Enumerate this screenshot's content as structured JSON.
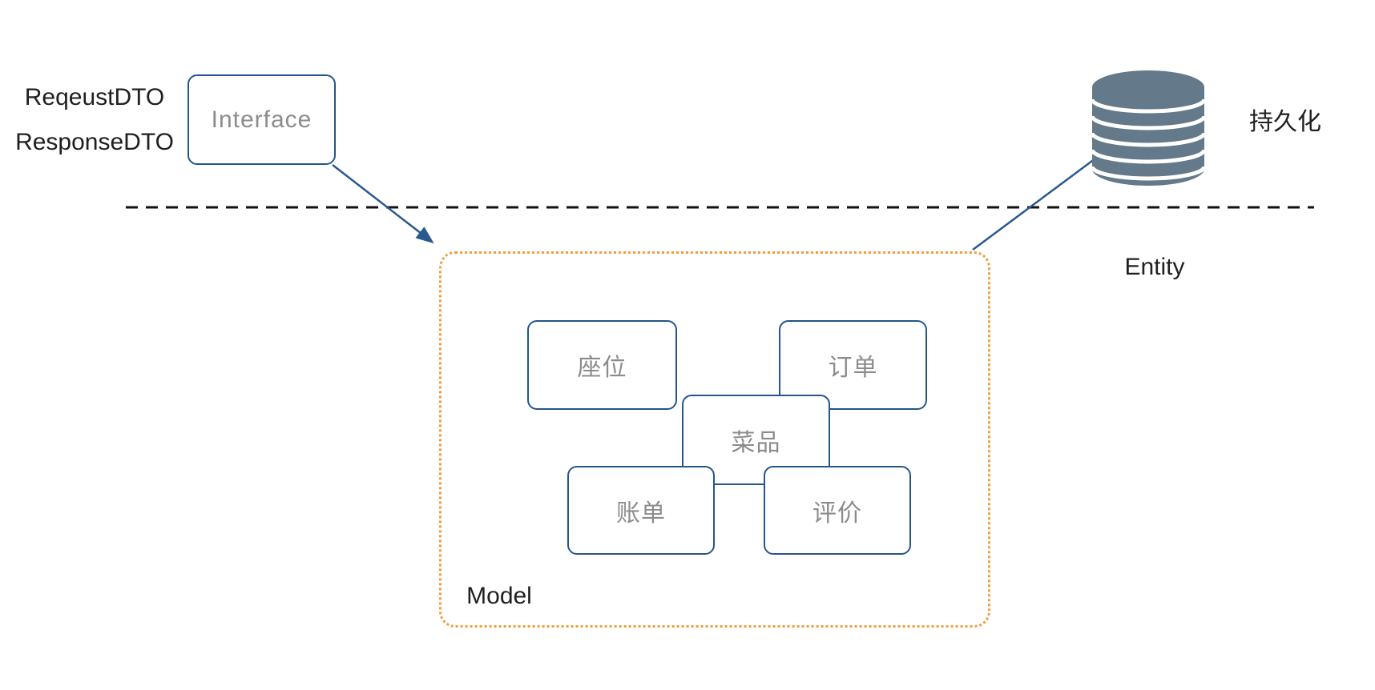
{
  "diagram": {
    "nodes": {
      "interface": {
        "label": "Interface"
      },
      "seat": {
        "label": "座位"
      },
      "order": {
        "label": "订单"
      },
      "dish": {
        "label": "菜品"
      },
      "bill": {
        "label": "账单"
      },
      "review": {
        "label": "评价"
      }
    },
    "labels": {
      "request_dto": "ReqeustDTO",
      "response_dto": "ResponseDTO",
      "persistence": "持久化",
      "entity": "Entity",
      "model": "Model"
    },
    "icons": {
      "database": "database-cylinder"
    },
    "colors": {
      "node_border": "#24568B",
      "node_text": "#8C8C8C",
      "container_border": "#F59C3C",
      "arrow": "#2A598E",
      "database_fill": "#64798A",
      "separator_line": "#111111",
      "label_text": "#1F1F1F",
      "background": "#FFFFFF"
    }
  }
}
